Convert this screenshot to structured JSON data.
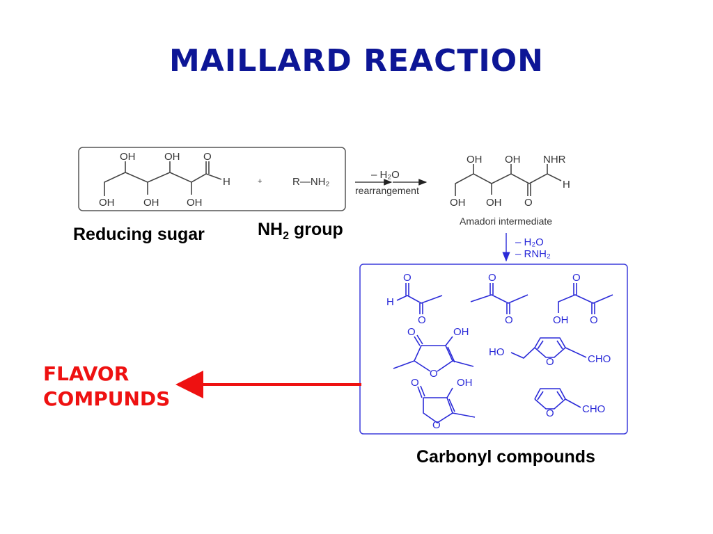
{
  "title": "MAILLARD REACTION",
  "reactants": {
    "sugar_atoms": {
      "oh1": "OH",
      "oh2": "OH",
      "o": "O",
      "h": "H",
      "oh3": "OH",
      "oh4": "OH",
      "oh5": "OH"
    },
    "plus": "+",
    "amine": "R—NH₂"
  },
  "step1": {
    "loss": "– H₂O",
    "label": "rearrangement"
  },
  "amadori": {
    "atoms": {
      "oh1": "OH",
      "oh2": "OH",
      "nhr": "NHR",
      "h": "H",
      "oh3": "OH",
      "oh4": "OH",
      "o": "O"
    },
    "caption": "Amadori intermediate"
  },
  "step2": {
    "loss1": "– H₂O",
    "loss2": "– RNH₂"
  },
  "labels": {
    "reducing_sugar": "Reducing sugar",
    "nh2_group_main": "NH",
    "nh2_group_sub": "2",
    "nh2_group_rest": " group",
    "carbonyl": "Carbonyl compounds",
    "flavor_line1": "FLAVOR",
    "flavor_line2": "COMPUNDS"
  },
  "carbonyl_atoms": {
    "o": "O",
    "h": "H",
    "oh": "OH",
    "ho": "HO",
    "cho": "CHO"
  },
  "colors": {
    "title": "#0d1696",
    "flavor": "#ee1111",
    "box": "#3b3bdc",
    "molecule_blue": "#2a2ad8"
  }
}
